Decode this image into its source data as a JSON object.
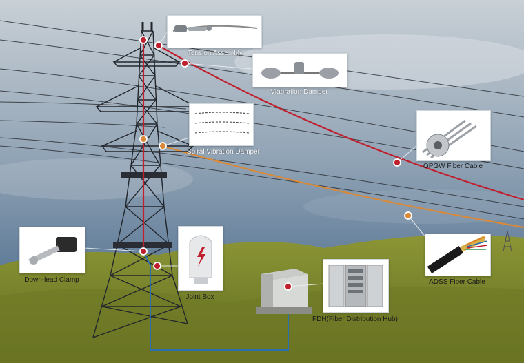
{
  "labels": {
    "tension_assembly": "Tension Assembly",
    "vibration_damper": "Viabration Damper",
    "spiral_vibration_damper": "Spiral Vibration Damper",
    "opgw_fiber_cable": "OPGW Fiber Cable",
    "adss_fiber_cable": "ADSS Fiber Cable",
    "down_lead_clamp": "Down-lead Clamp",
    "joint_box": "Joint Box",
    "fdh": "FDH(Fiber Distribution Hub)"
  },
  "colors": {
    "opgw_line": "#c0202e",
    "adss_line": "#d88a3a",
    "fiber_route": "#2a6fb0",
    "ground": "#7f8a2e",
    "sky_top": "#c5ccd2",
    "sky_bottom": "#3a5f85"
  }
}
